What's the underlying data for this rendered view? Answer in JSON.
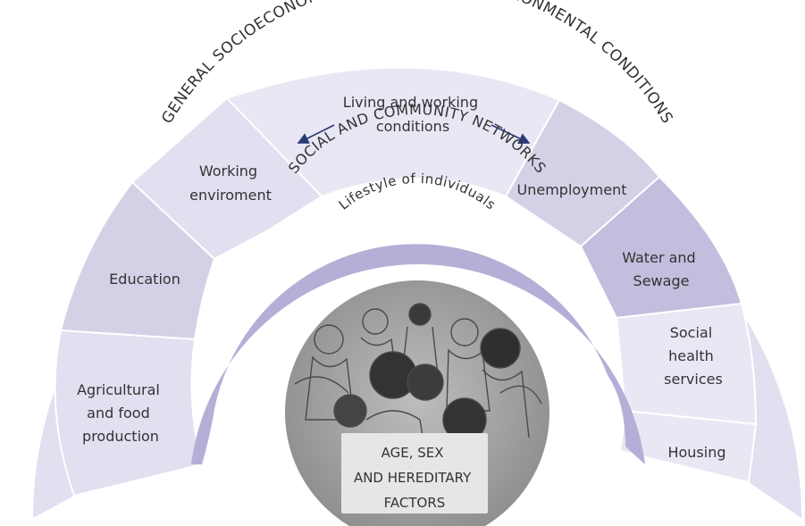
{
  "colors": {
    "outer_band": "#e1dff0",
    "segment_light": "#e9e7f3",
    "segment_medium": "#d4d1e7",
    "segment_dark": "#c2bedd",
    "social_ring": "#b4afd6",
    "line": "#ffffff",
    "arrow": "#2a3a78",
    "core_panel": "#e6e6e6",
    "text": "#333333"
  },
  "outer_ring": {
    "title": "GENERAL SOCIOECONOMIC, CULTURAL AND ENVIRONMENTAL CONDITIONS"
  },
  "living_conditions": {
    "label_lines": [
      "Living and working",
      "conditions"
    ]
  },
  "segments": {
    "agricultural": {
      "lines": [
        "Agricultural",
        "and food",
        "production"
      ]
    },
    "education": {
      "lines": [
        "Education"
      ]
    },
    "working_environment": {
      "lines": [
        "Working",
        "enviroment"
      ]
    },
    "unemployment": {
      "lines": [
        "Unemployment"
      ]
    },
    "water_sewage": {
      "lines": [
        "Water and",
        "Sewage"
      ]
    },
    "social_health": {
      "lines": [
        "Social",
        "health",
        "services"
      ]
    },
    "housing": {
      "lines": [
        "Housing"
      ]
    }
  },
  "social_ring": {
    "title": "SOCIAL AND COMMUNITY NETWORKS"
  },
  "lifestyle": {
    "title": "Lifestyle of individuals"
  },
  "core": {
    "lines": [
      "AGE, SEX",
      "AND HEREDITARY",
      "FACTORS"
    ]
  },
  "illustration": {
    "icon": "crowd-sketch-icon"
  }
}
